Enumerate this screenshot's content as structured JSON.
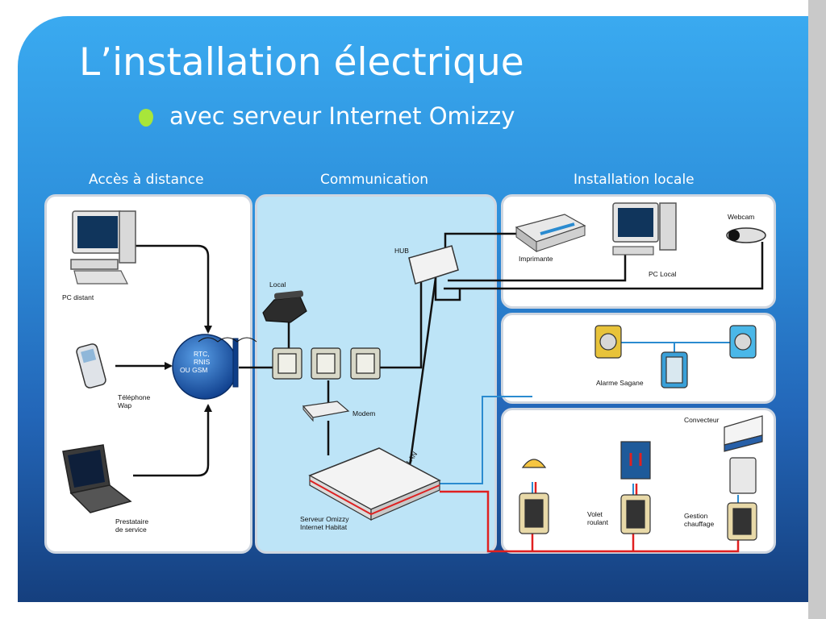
{
  "slide": {
    "title": "L’installation électrique",
    "subtitle": "avec serveur Internet Omizzy"
  },
  "sections": {
    "remote": "Accès à distance",
    "communication": "Communication",
    "local": "Installation locale"
  },
  "labels": {
    "pc_distant": "PC distant",
    "telephone_line1": "Téléphone",
    "telephone_line2": "Wap",
    "prestataire_line1": "Prestataire",
    "prestataire_line2": "de service",
    "network_line1": "RTC,",
    "network_line2": "RNIS",
    "network_line3": "OU GSM",
    "local_phone": "Local",
    "modem": "Modem",
    "hub": "HUB",
    "lan": "LAN",
    "server_line1": "Serveur Omizzy",
    "server_line2": "Internet Habitat",
    "imprimante": "Imprimante",
    "pc_local": "PC Local",
    "webcam": "Webcam",
    "alarme": "Alarme Sagane",
    "convecteur": "Convecteur",
    "volet_line1": "Volet",
    "volet_line2": "roulant",
    "gestion_line1": "Gestion",
    "gestion_line2": "chauffage"
  },
  "colors": {
    "bullet": "#a8e63a",
    "bus_blue": "#2a8bd0",
    "bus_red": "#e02020",
    "line_black": "#111111",
    "panel_blue": "#bde4f7"
  }
}
